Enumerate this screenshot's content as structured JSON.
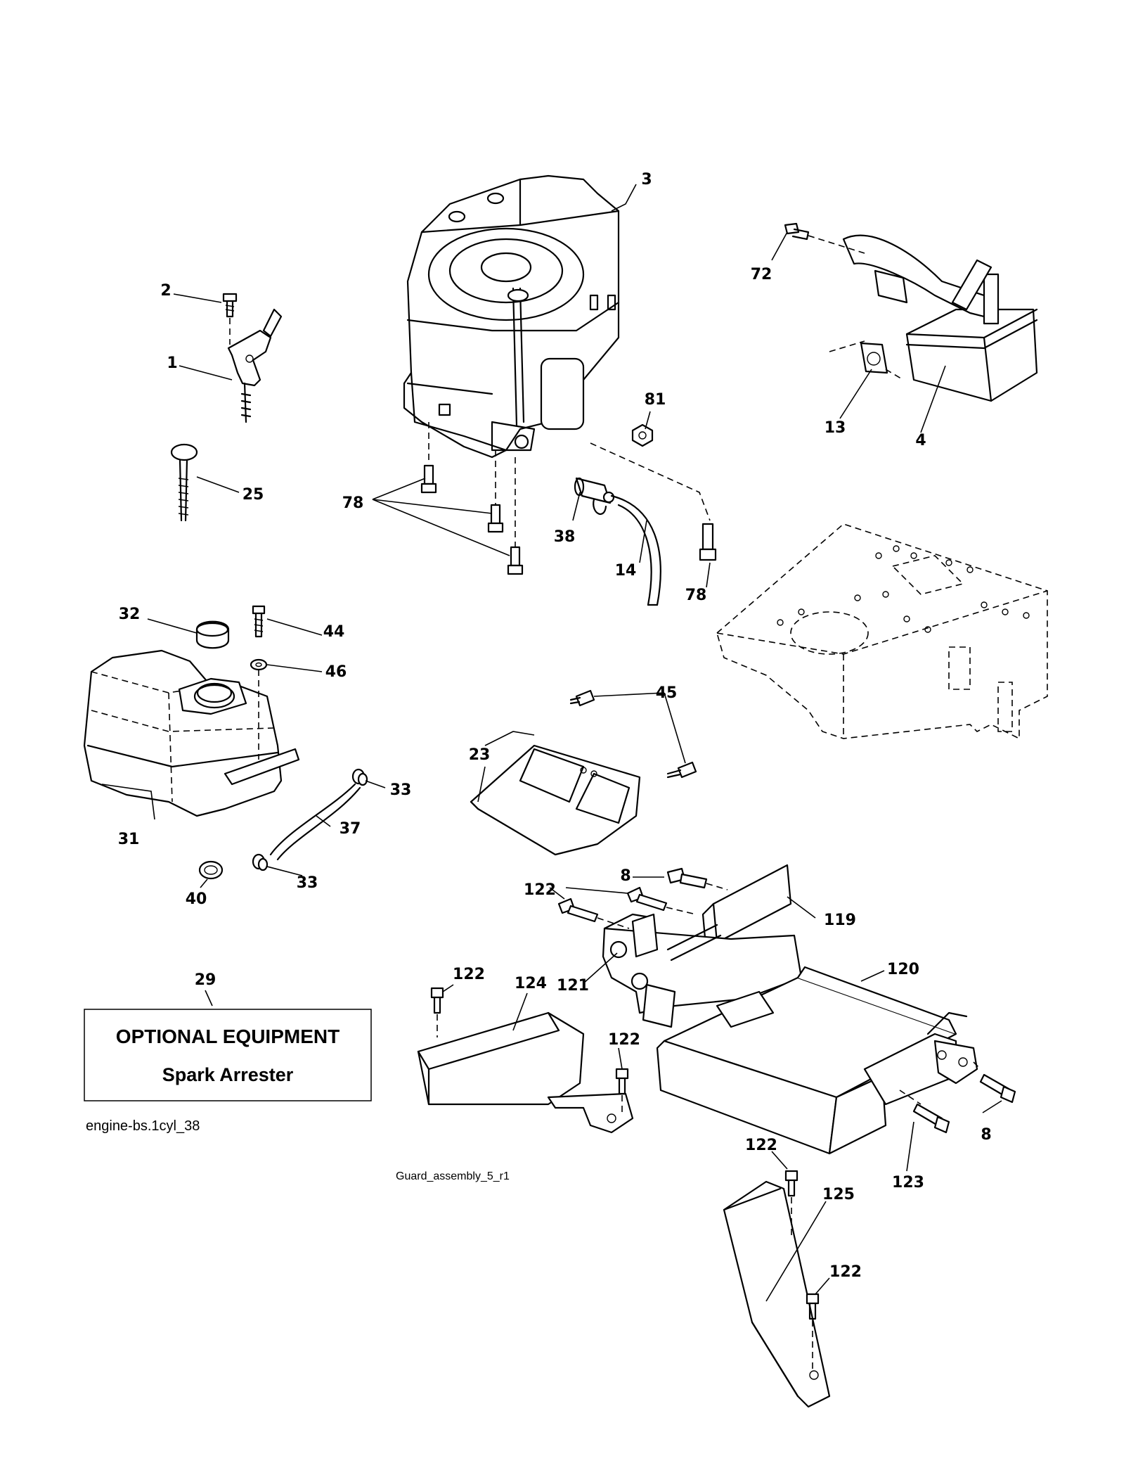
{
  "callouts": {
    "c1": "1",
    "c2": "2",
    "c3": "3",
    "c4": "4",
    "c8a": "8",
    "c8b": "8",
    "c13": "13",
    "c14": "14",
    "c23": "23",
    "c25": "25",
    "c29": "29",
    "c31": "31",
    "c32": "32",
    "c33a": "33",
    "c33b": "33",
    "c37": "37",
    "c38": "38",
    "c40": "40",
    "c44": "44",
    "c45": "45",
    "c46": "46",
    "c72": "72",
    "c78a": "78",
    "c78b": "78",
    "c81": "81",
    "c119": "119",
    "c120": "120",
    "c121": "121",
    "c122a": "122",
    "c122b": "122",
    "c122c": "122",
    "c122d": "122",
    "c122e": "122",
    "c123": "123",
    "c124": "124",
    "c125": "125"
  },
  "optional_box": {
    "title": "OPTIONAL EQUIPMENT",
    "subtitle": "Spark Arrester"
  },
  "refs": {
    "engine": "engine-bs.1cyl_38",
    "guard": "Guard_assembly_5_r1"
  }
}
